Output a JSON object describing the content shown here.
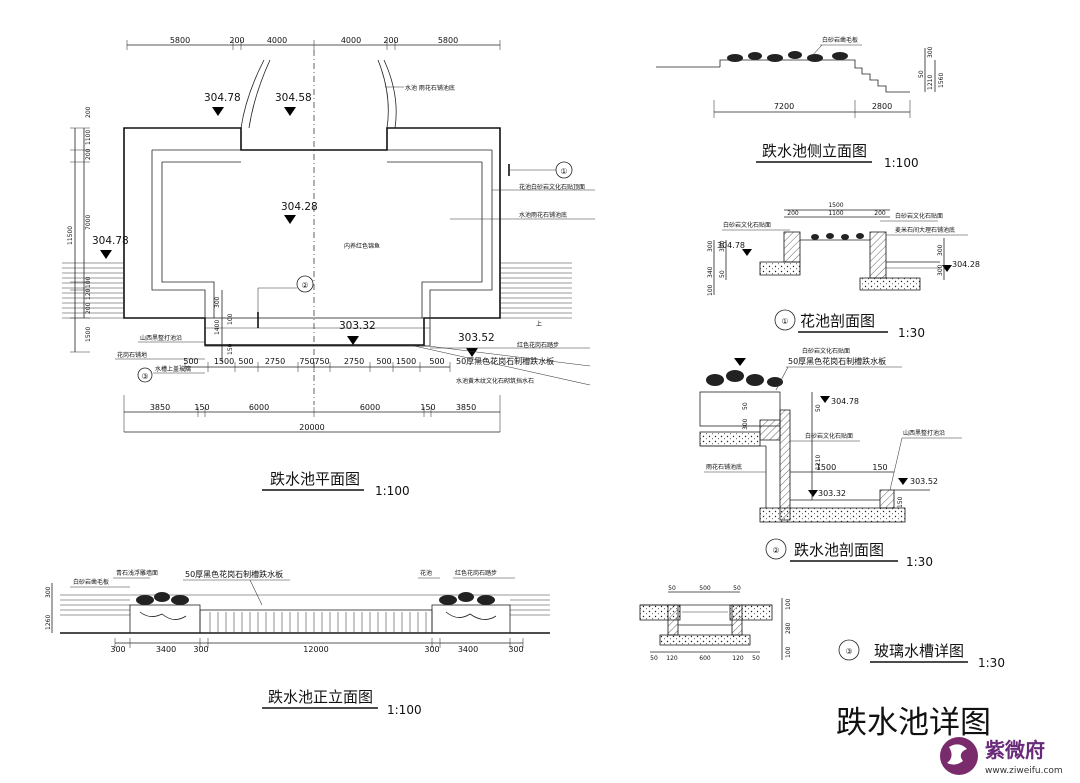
{
  "sheet_title": "跌水池详图",
  "plan": {
    "title": "跌水池平面图",
    "scale": "1:100",
    "top_dims": [
      "5800",
      "200",
      "4000",
      "4000",
      "200",
      "5800"
    ],
    "bottom_dims_1": [
      "500",
      "1500",
      "500",
      "2750",
      "750",
      "750",
      "2750",
      "500",
      "1500",
      "500"
    ],
    "bottom_dims_2": [
      "3850",
      "150",
      "6000",
      "6000",
      "150",
      "3850"
    ],
    "total_dim": "20000",
    "left_dims": [
      "200",
      "1100",
      "200",
      "7000",
      "11500",
      "100",
      "120",
      "200",
      "1500"
    ],
    "mid_dims": [
      "300",
      "1400",
      "100",
      "150"
    ],
    "levels": {
      "top_left": "304.78",
      "top_right": "304.58",
      "center": "304.28",
      "left": "304.78",
      "bottom_mid": "303.32",
      "bottom_right": "303.52"
    },
    "callout_1": "①",
    "callout_2": "②",
    "callout_3": "③",
    "notes": {
      "top_right": "水池 雨花石铺池底",
      "right_1": "花池白砂岩文化石贴顶面",
      "right_2": "水池雨花石铺池底",
      "center": "内养红色锦鱼",
      "left_1": "山西黑整打池沿",
      "left_2": "花岗石铺地",
      "left_3": "水槽上盖玻璃",
      "bottom_1": "红色花岗石踏步",
      "bottom_2": "50厚黑色花岗石制槽跌水板",
      "bottom_3": "水池黄木纹文化石砌筑挡水石",
      "stair_up": "上"
    }
  },
  "front_elev": {
    "title": "跌水池正立面图",
    "scale": "1:100",
    "dims_bottom": [
      "300",
      "3400",
      "300",
      "12000",
      "300",
      "3400",
      "300"
    ],
    "dims_left": [
      "300",
      "1260"
    ],
    "notes": [
      "青石浅浮雕墙面",
      "白砂岩凿毛板",
      "50厚黑色花岗石制槽跌水板",
      "花池",
      "红色花岗石踏步"
    ]
  },
  "side_elev": {
    "title": "跌水池侧立面图",
    "scale": "1:100",
    "note": "白砂岩凿毛板",
    "dims_bottom": [
      "7200",
      "2800"
    ],
    "dims_right": [
      "300",
      "1210",
      "1560",
      "50"
    ]
  },
  "section_1": {
    "title": "花池剖面图",
    "scale": "1:30",
    "callout": "①",
    "dims_top": [
      "1500",
      "200",
      "1100",
      "200"
    ],
    "notes": [
      "白砂岩文化石贴面",
      "白砂岩文化石贴面",
      "麦米石间大理石铺池底"
    ],
    "levels": [
      "304.78",
      "304.28"
    ],
    "dims_side": [
      "300",
      "300",
      "340",
      "50",
      "100",
      "300",
      "300"
    ]
  },
  "section_2": {
    "title": "跌水池剖面图",
    "scale": "1:30",
    "callout": "②",
    "notes": [
      "白砂岩文化石贴面",
      "50厚黑色花岗石制槽跌水板",
      "白砂岩文化石贴面",
      "山西黑整打池沿",
      "雨花石铺池底"
    ],
    "levels": [
      "304.78",
      "303.32",
      "303.52"
    ],
    "dims": [
      "50",
      "300",
      "50",
      "1210",
      "1500",
      "150",
      "150"
    ]
  },
  "section_3": {
    "title": "玻璃水槽详图",
    "scale": "1:30",
    "callout": "③",
    "dims_top": [
      "50",
      "500",
      "50"
    ],
    "dims_bottom": [
      "50",
      "120",
      "600",
      "120",
      "50"
    ],
    "dims_right": [
      "100",
      "280",
      "100"
    ]
  },
  "watermark": {
    "name": "紫微府",
    "url": "www.ziweifu.com"
  }
}
